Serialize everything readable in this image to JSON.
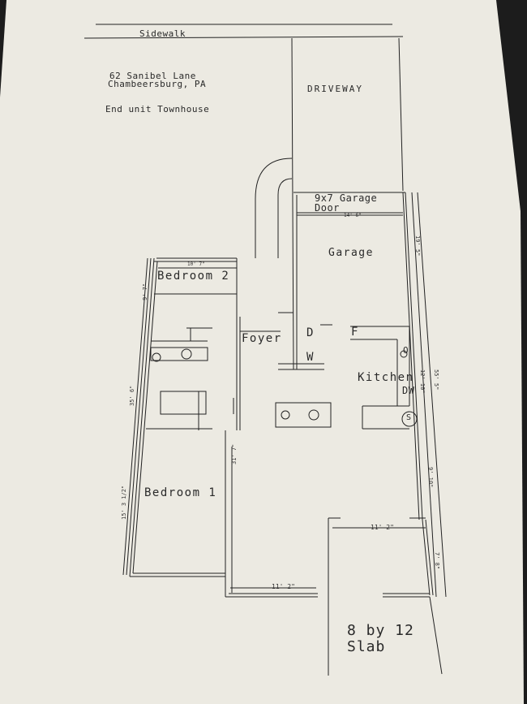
{
  "header": {
    "sidewalk": "Sidewalk",
    "address_line1": "62 Sanibel Lane",
    "address_line2": "Chambeersburg, PA",
    "unit_type": "End unit Townhouse"
  },
  "rooms": {
    "driveway": "DRIVEWAY",
    "garage_door_line1": "9x7 Garage",
    "garage_door_line2": "Door",
    "garage": "Garage",
    "bedroom2": "Bedroom 2",
    "foyer": "Foyer",
    "bedroom1": "Bedroom 1",
    "kitchen": "Kitchen",
    "slab_line1": "8 by 12",
    "slab_line2": "Slab"
  },
  "fixtures": {
    "dryer": "D",
    "washer": "W",
    "fridge": "F",
    "dishwasher": "DW",
    "sink": "S",
    "range": "O"
  },
  "dimensions": {
    "bedroom2_width": "10' 7\"",
    "garage_width": "14' 6\"",
    "rear_width": "11' 2\"",
    "patio_width": "11' 2\"",
    "left_bedroom2_depth": "9' 7\"",
    "left_total": "35' 6\"",
    "left_bedroom1": "15' 3 1/2\"",
    "hall_length": "31' 7\"",
    "right_garage": "19' 5\"",
    "right_total": "55' 5\"",
    "right_kitchen": "12' 10\"",
    "right_mid": "9' 10\"",
    "right_rear": "7' 8\""
  }
}
